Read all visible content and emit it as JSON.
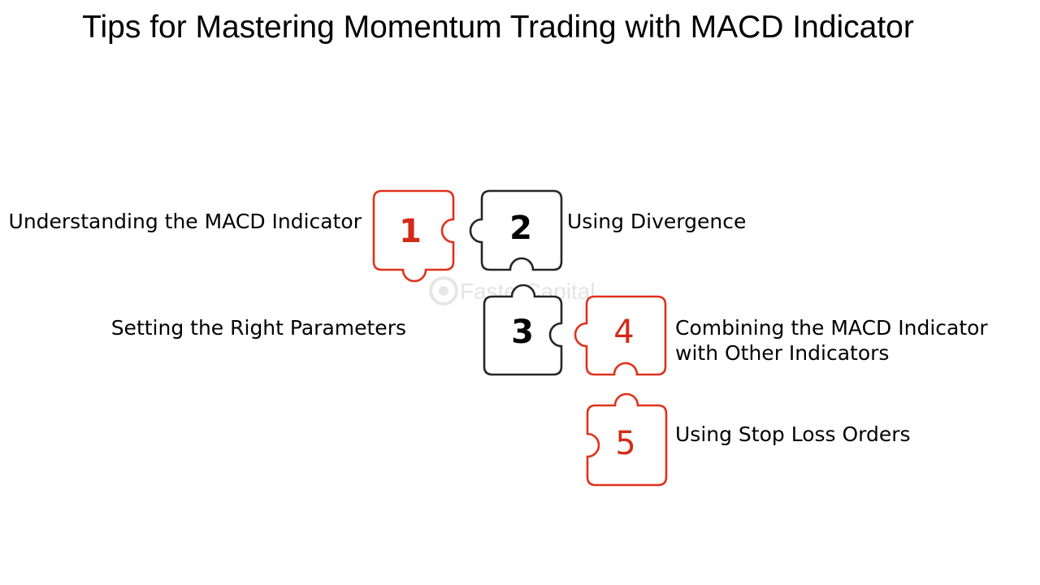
{
  "title": "Tips for Mastering Momentum Trading with MACD Indicator",
  "watermark": "FasterCapital",
  "colors": {
    "red": "#e0321c",
    "dark": "#262626",
    "red_number": "#d42a18",
    "black_number": "#000000"
  },
  "steps": [
    {
      "number": "1",
      "label": "Understanding the MACD Indicator",
      "color": "red"
    },
    {
      "number": "2",
      "label": "Using Divergence",
      "color": "dark"
    },
    {
      "number": "3",
      "label": "Setting the Right Parameters",
      "color": "dark"
    },
    {
      "number": "4",
      "label_line1": "Combining the MACD Indicator",
      "label_line2": "with Other Indicators",
      "color": "red"
    },
    {
      "number": "5",
      "label": "Using Stop Loss Orders",
      "color": "red"
    }
  ]
}
